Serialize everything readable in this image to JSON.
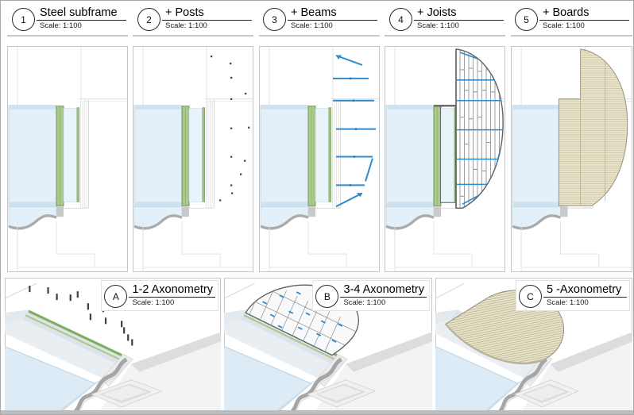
{
  "sheet": {
    "background": "#ffffff",
    "border_color": "#a8a8a8",
    "bottom_band_color": "#bdbdbd"
  },
  "colors": {
    "pool_fill": "#e4f0f9",
    "pool_band": "#cfe2ef",
    "pool_stroke": "#b4cbda",
    "water": "#dcebf6",
    "green_fill": "#a9c88c",
    "green_stroke": "#6f9a50",
    "beam_blue": "#2e8bcb",
    "joist_gray": "#787878",
    "outline_gray": "#5f5f5f",
    "board_fill": "#eae4cb",
    "board_stripe": "#c6bfa1",
    "board_stroke": "#97937e",
    "post_color": "#474747",
    "wavy_wall_gray": "#a5a5a5",
    "panel_border": "#c4c4c4",
    "mass_gray": "#dddddd"
  },
  "top_views": [
    {
      "number": "1",
      "title": "Steel subframe",
      "scale": "Scale: 1:100"
    },
    {
      "number": "2",
      "title": "+ Posts",
      "scale": "Scale: 1:100"
    },
    {
      "number": "3",
      "title": "+ Beams",
      "scale": "Scale: 1:100"
    },
    {
      "number": "4",
      "title": "+ Joists",
      "scale": "Scale: 1:100"
    },
    {
      "number": "5",
      "title": "+ Boards",
      "scale": "Scale: 1:100"
    }
  ],
  "bottom_views": [
    {
      "letter": "A",
      "title": "1-2 Axonometry",
      "scale": "Scale: 1:100"
    },
    {
      "letter": "B",
      "title": "3-4 Axonometry",
      "scale": "Scale: 1:100"
    },
    {
      "letter": "C",
      "title": "5 -Axonometry",
      "scale": "Scale: 1:100"
    }
  ]
}
